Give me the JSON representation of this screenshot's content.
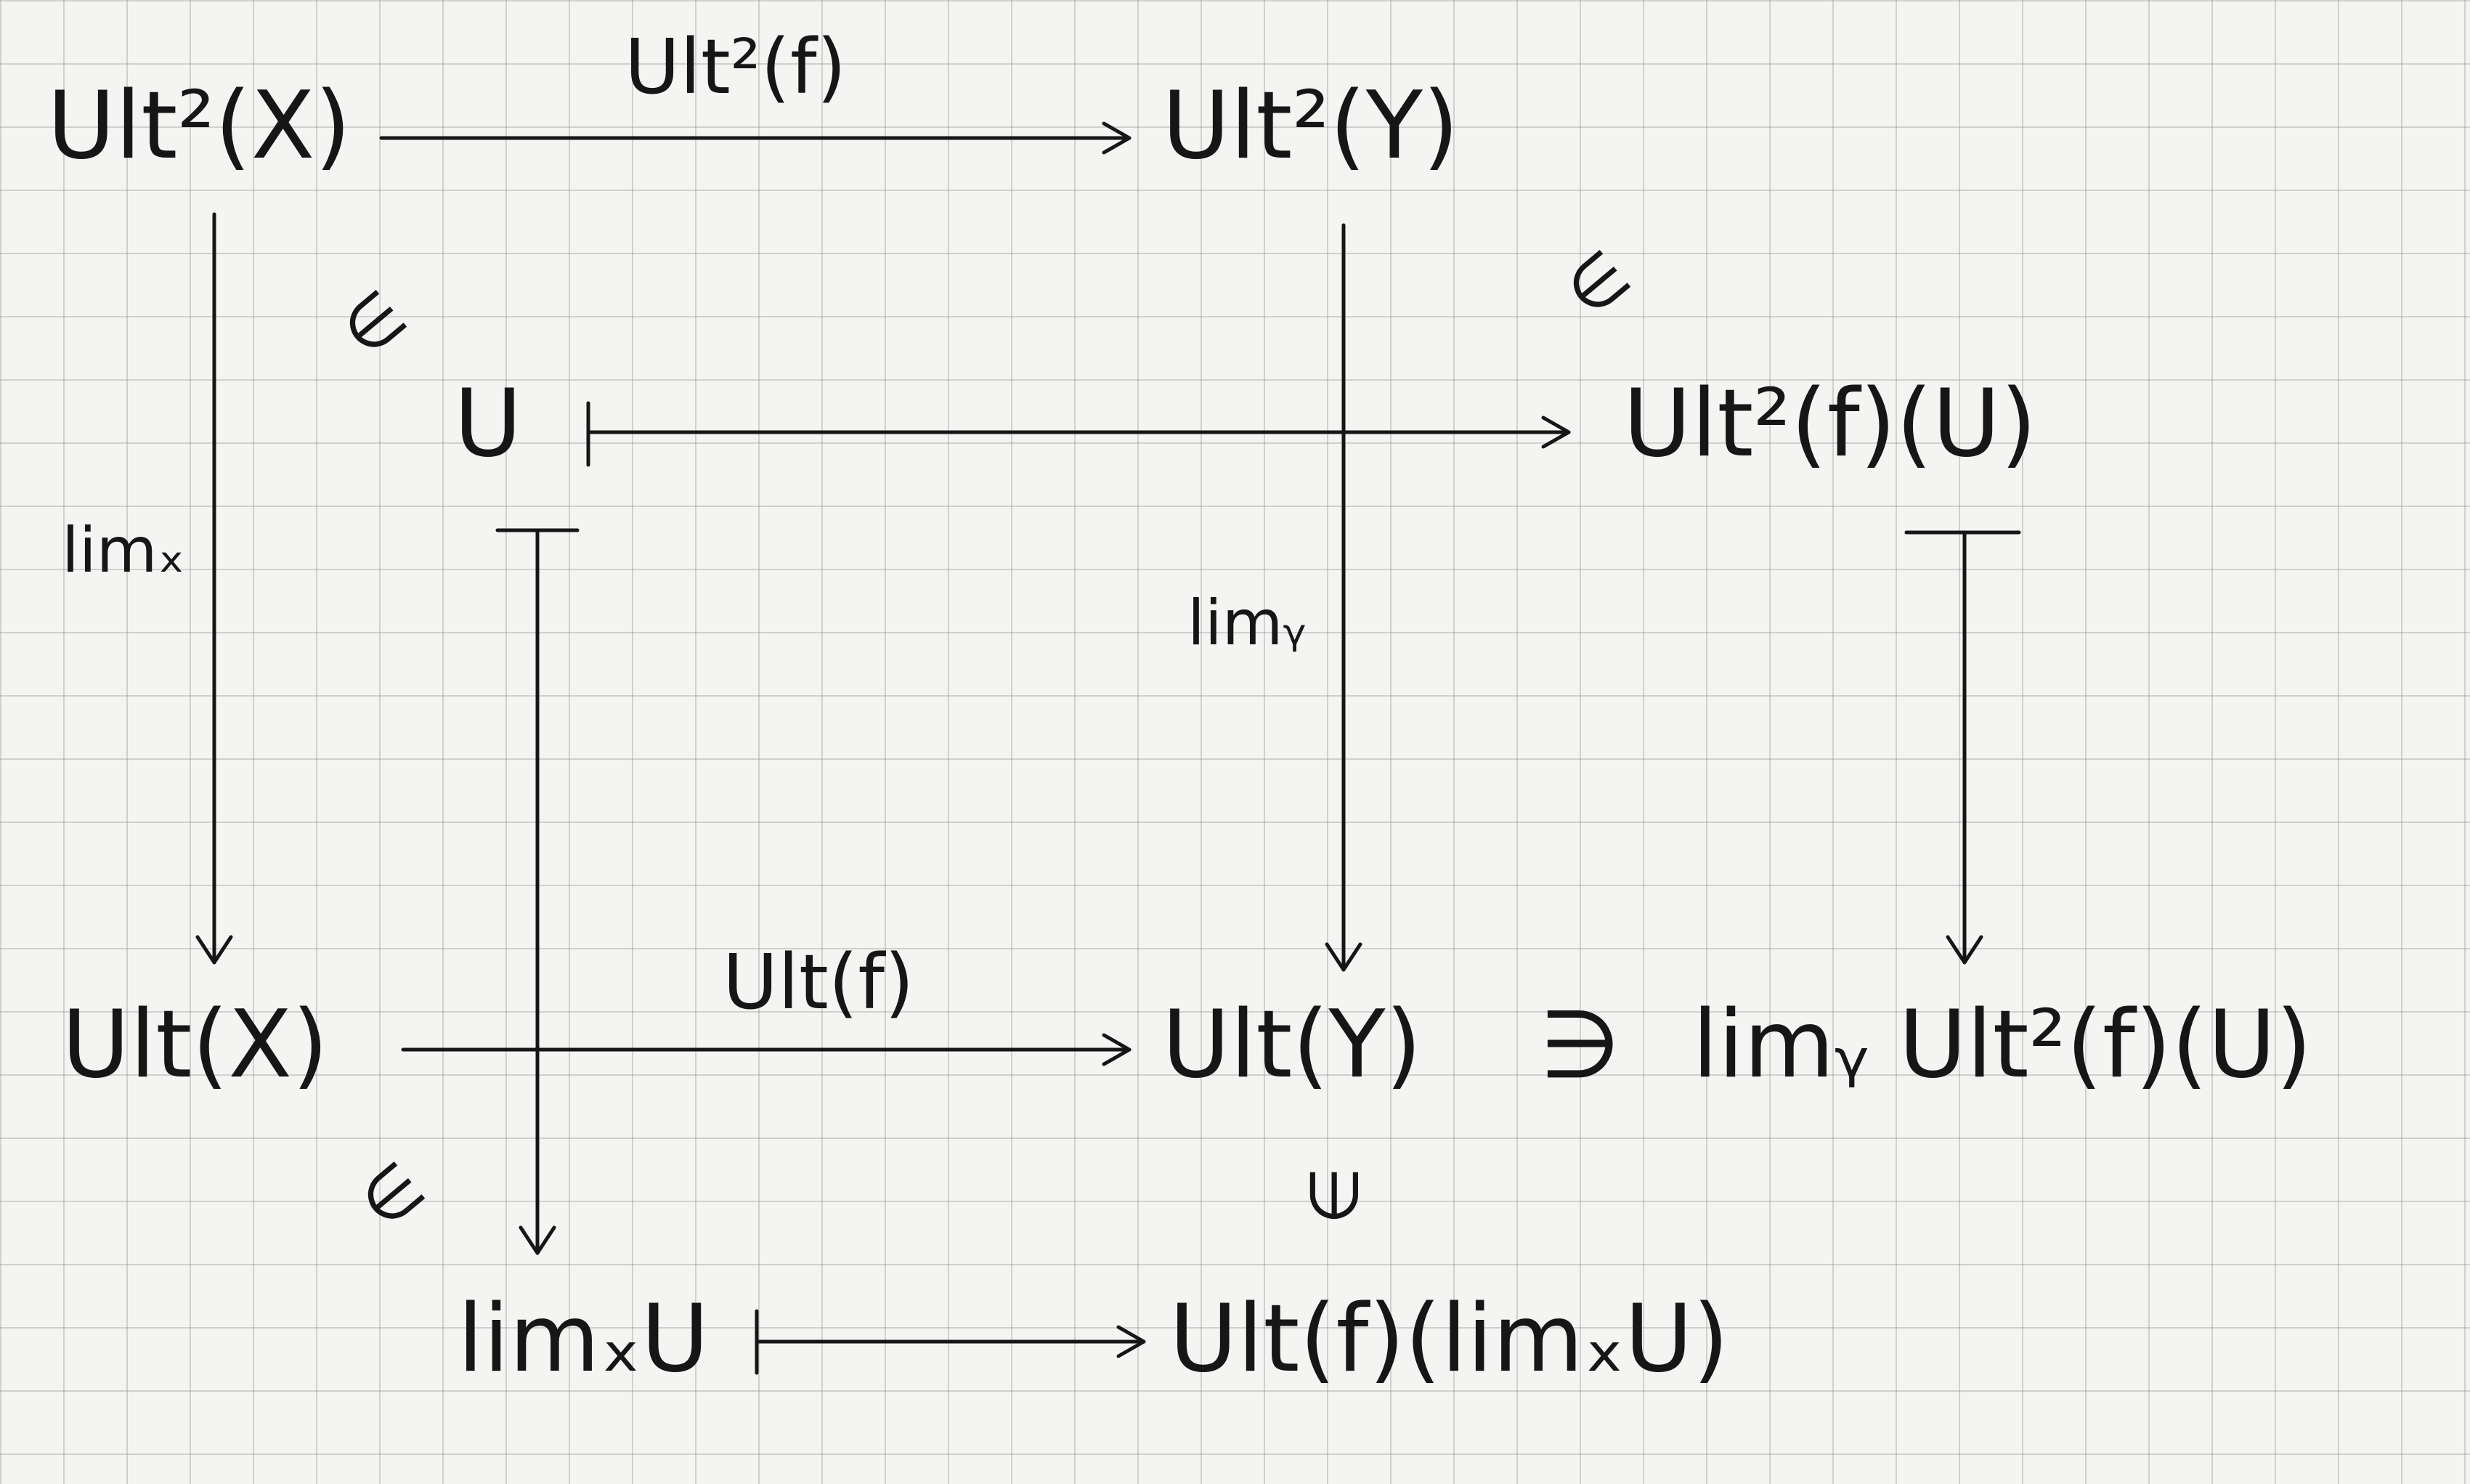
{
  "diagram": {
    "nodes": {
      "ult2_x": "Ult²(X)",
      "ult2_y": "Ult²(Y)",
      "u_top": "U",
      "ult2_f_u": "Ult²(f)(U)",
      "ult_x": "Ult(X)",
      "ult_y": "Ult(Y)",
      "contains": "∋",
      "lim_y_expr": "limᵧ Ult²(f)(U)",
      "lim_x_u": "limₓU",
      "ult_f_lim": "Ult(f)(limₓU)"
    },
    "arrow_labels": {
      "ult2_f": "Ult²(f)",
      "ult_f": "Ult(f)",
      "lim_x": "limₓ",
      "lim_y": "limᵧ"
    },
    "membership_symbols": {
      "top_left": "∈",
      "top_right": "∈",
      "bottom_left": "∈",
      "bottom_middle": "∈"
    },
    "colors": {
      "ink": "#161616",
      "paper": "#f4f4f2"
    }
  }
}
